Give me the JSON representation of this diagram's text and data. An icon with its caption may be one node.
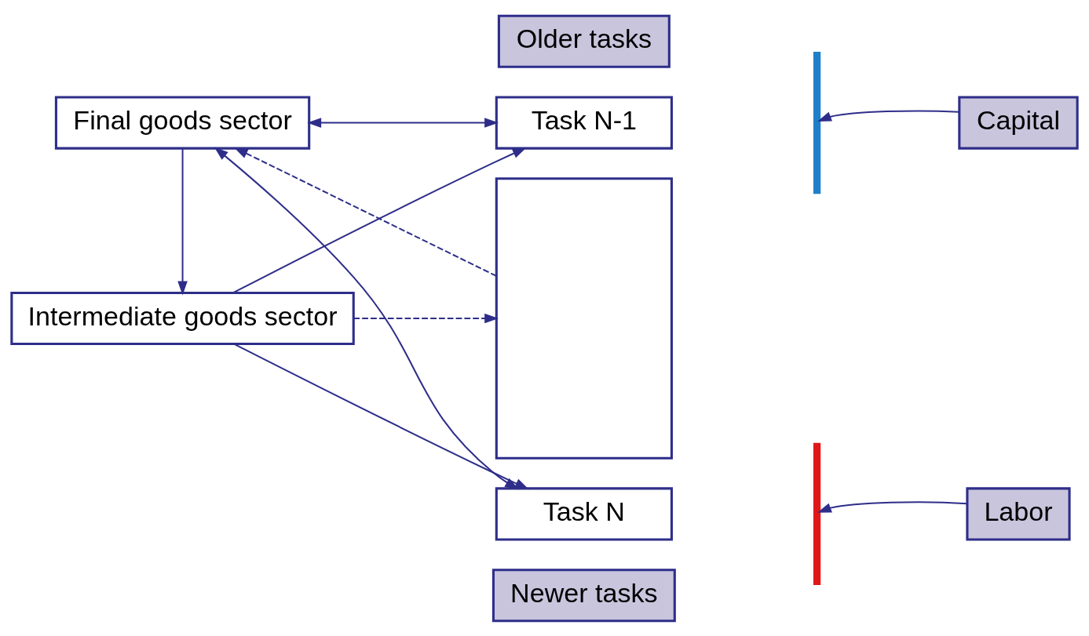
{
  "diagram": {
    "nodes": [
      {
        "text": [
          "Final goods sector"
        ]
      },
      {
        "text": [
          "Intermediate goods sector"
        ]
      },
      {
        "text": [
          "Older tasks"
        ]
      },
      {
        "text": [
          "Task N-1"
        ]
      },
      {
        "text": [],
        "shape": "box"
      },
      {
        "text": [
          "Task N"
        ]
      },
      {
        "text": [
          "Newer tasks"
        ]
      },
      {
        "text": [
          "Capital"
        ]
      },
      {
        "text": [
          "Labor"
        ]
      },
      {
        "text": [],
        "shape": "brace"
      },
      {
        "text": [],
        "shape": "brace"
      }
    ],
    "edges": [
      {
        "from": 0,
        "to": 3,
        "arrow": "both"
      },
      {
        "from": 0,
        "to": 1,
        "arrow": "to"
      },
      {
        "from": 4,
        "to": 0,
        "arrow": "to",
        "style": "dashed"
      },
      {
        "from": 1,
        "to": 3,
        "arrow": "to"
      },
      {
        "from": 5,
        "to": 0,
        "arrow": "both"
      },
      {
        "from": 1,
        "to": 4,
        "arrow": "to",
        "style": "dashed"
      },
      {
        "from": 1,
        "to": 5,
        "arrow": "to"
      },
      {
        "from": 7,
        "to": 9,
        "arrow": "to"
      },
      {
        "from": 8,
        "to": 10,
        "arrow": "to"
      }
    ]
  }
}
